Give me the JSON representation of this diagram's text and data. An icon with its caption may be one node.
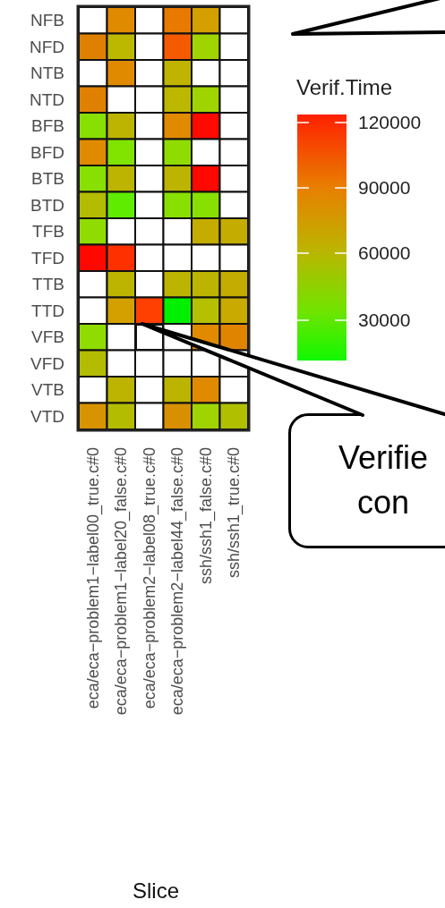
{
  "diagram": {
    "nodes": [
      {
        "text": [],
        "shape": "box"
      },
      {
        "text": [
          "Verifie con"
        ]
      }
    ],
    "edges": [
      {
        "from": 1,
        "to": 0,
        "arrow": "none"
      }
    ],
    "labels": [
      "NFB",
      "NFD",
      "NTB",
      "NTD",
      "BFB",
      "BFD",
      "BTB",
      "BTD",
      "TFB",
      "TFD",
      "TTB",
      "TTD",
      "VFB",
      "VFD",
      "VTB",
      "VTD",
      "Verif.Time",
      "120000",
      "90000",
      "60000",
      "30000",
      "eca/eca−problem1−label00_true.c#0",
      "eca/eca−problem1−label20_false.c#0",
      "eca/eca−problem2−label08_true.c#0",
      "eca/eca−problem2−label44_false.c#0",
      "ssh/ssh1_false.c#0",
      "ssh/ssh1_true.c#0",
      "Slice"
    ]
  }
}
